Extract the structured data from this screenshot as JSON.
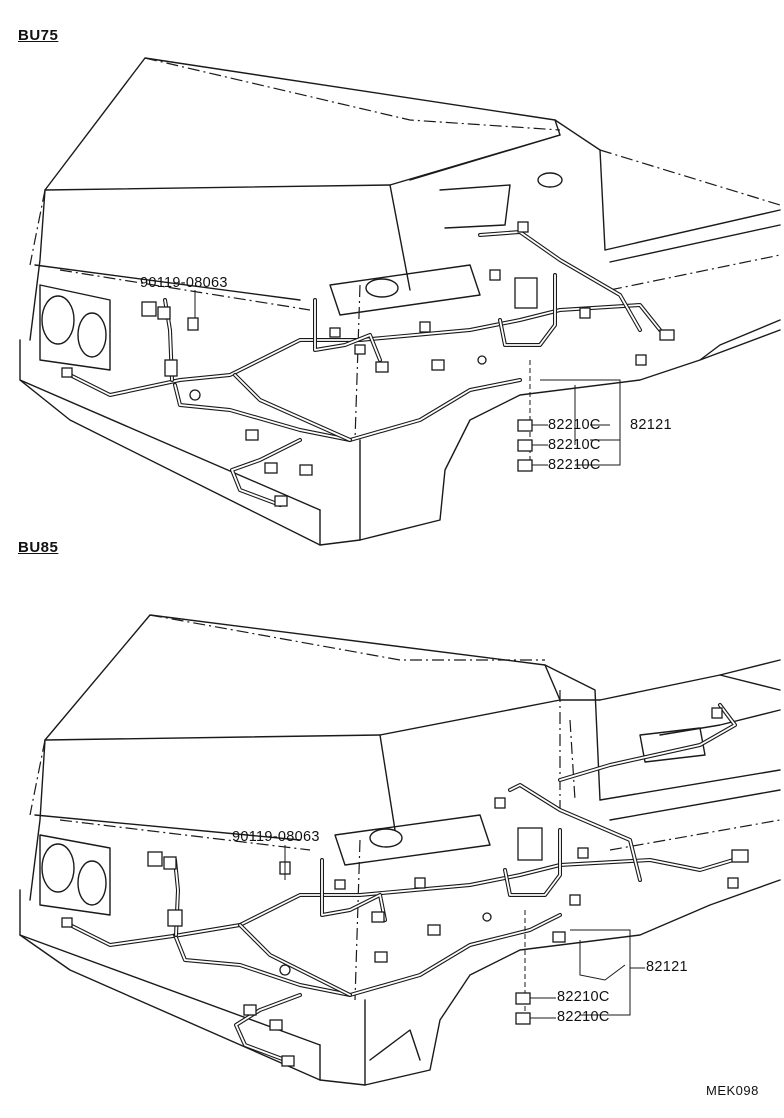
{
  "diagram": {
    "upper": {
      "model": "BU75",
      "bolt_part": "90119-08063",
      "relay_parts": [
        "82210C",
        "82210C",
        "82210C"
      ],
      "bracket_part": "82121"
    },
    "lower": {
      "model": "BU85",
      "bolt_part": "90119-08063",
      "relay_parts": [
        "82210C",
        "82210C"
      ],
      "bracket_part": "82121"
    },
    "figure_ref": "MEK098"
  },
  "colors": {
    "ink": "#1a1a1a",
    "paper": "#ffffff"
  }
}
